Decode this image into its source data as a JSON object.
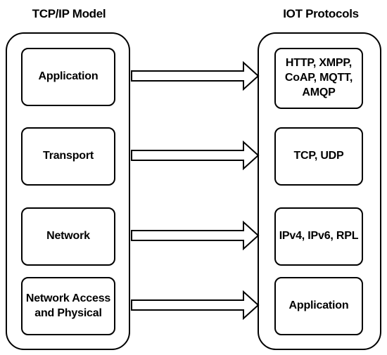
{
  "titles": {
    "left": "TCP/IP Model",
    "right": "IOT Protocols"
  },
  "tcpip_layers": [
    {
      "label": "Application"
    },
    {
      "label": "Transport"
    },
    {
      "label": "Network"
    },
    {
      "label": "Network Access\nand Physical"
    }
  ],
  "iot_protocols": [
    {
      "label": "HTTP, XMPP,\nCoAP, MQTT,\nAMQP"
    },
    {
      "label": "TCP, UDP"
    },
    {
      "label": "IPv4, IPv6, RPL"
    },
    {
      "label": "Application"
    }
  ],
  "colors": {
    "stroke": "#000000",
    "background": "#ffffff"
  }
}
